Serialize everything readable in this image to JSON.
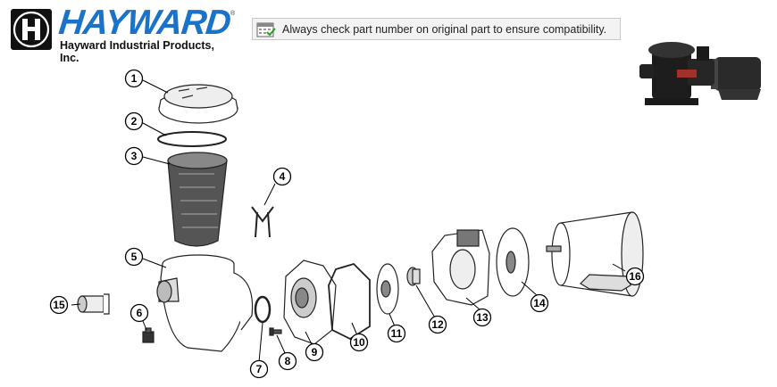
{
  "header": {
    "brand": "HAYWARD",
    "brand_registered": "®",
    "company": "Hayward Industrial Products, Inc.",
    "notice_icon": "calendar-check-icon",
    "notice": "Always check part number on original part to ensure compatibility."
  },
  "colors": {
    "brand_blue": "#1a73c9",
    "logo_black": "#111111",
    "notice_bg": "#f3f3f3"
  },
  "callouts": [
    "1",
    "2",
    "3",
    "4",
    "5",
    "6",
    "7",
    "8",
    "9",
    "10",
    "11",
    "12",
    "13",
    "14",
    "15",
    "16"
  ]
}
